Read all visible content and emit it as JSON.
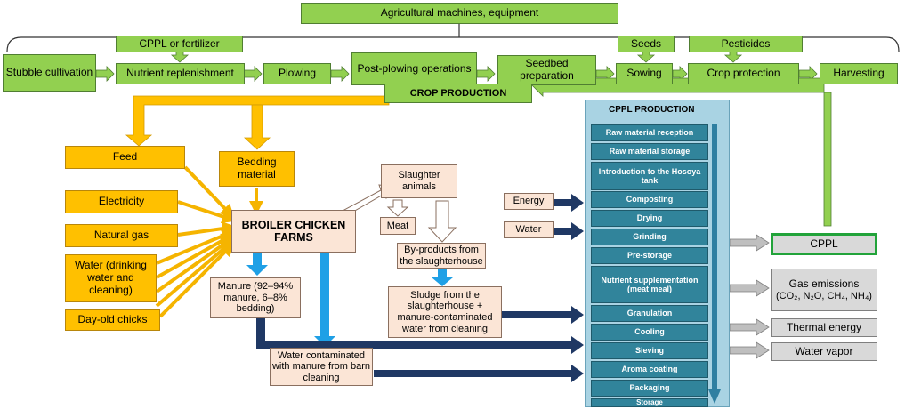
{
  "top": {
    "machines": "Agricultural machines, equipment",
    "cppl_fertilizer": "CPPL or fertilizer",
    "seeds": "Seeds",
    "pesticides": "Pesticides"
  },
  "crop_steps": [
    "Stubble cultivation",
    "Nutrient replenishment",
    "Plowing",
    "Post-plowing operations",
    "Seedbed preparation",
    "Sowing",
    "Crop protection",
    "Harvesting"
  ],
  "crop_production": "CROP PRODUCTION",
  "inputs": {
    "feed": "Feed",
    "bedding": "Bedding material",
    "electricity": "Electricity",
    "natural_gas": "Natural gas",
    "water": "Water (drinking water and cleaning)",
    "chicks": "Day-old chicks"
  },
  "farm": {
    "broiler": "BROILER CHICKEN FARMS",
    "manure": "Manure (92–94% manure, 6–8% bedding)",
    "water_contaminated": "Water contaminated with manure from barn cleaning"
  },
  "slaughter": {
    "animals": "Slaughter animals",
    "meat": "Meat",
    "byproducts": "By-products from the slaughterhouse",
    "sludge": "Sludge from the slaughterhouse + manure-contaminated water from cleaning"
  },
  "side_inputs": {
    "energy": "Energy",
    "water": "Water"
  },
  "cppl": {
    "title": "CPPL PRODUCTION",
    "steps": [
      "Raw material reception",
      "Raw material storage",
      "Introduction to the Hosoya tank",
      "Composting",
      "Drying",
      "Grinding",
      "Pre-storage",
      "Nutrient supplementation (meat meal)",
      "Granulation",
      "Cooling",
      "Sieving",
      "Aroma coating",
      "Packaging",
      "Storage"
    ]
  },
  "outputs": {
    "cppl": "CPPL",
    "gas_line1": "Gas emissions",
    "gas_line2": "(CO₂, N₂O, CH₄, NH₄)",
    "thermal": "Thermal energy",
    "vapor": "Water vapor"
  },
  "colors": {
    "green": "#92d050",
    "orange": "#ffc000",
    "peach": "#fbe5d6",
    "teal": "#31849b",
    "panel": "#a9d3e3",
    "navy": "#1f3864",
    "light_blue_arrow": "#1fa0e6",
    "gray": "#d9d9d9"
  }
}
